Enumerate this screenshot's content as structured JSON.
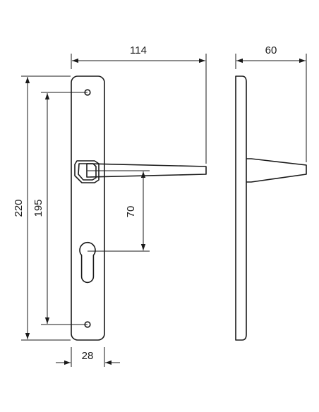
{
  "dimensions": {
    "width_overall": "114",
    "depth": "60",
    "height_overall": "220",
    "hole_spacing": "195",
    "cylinder_offset": "70",
    "plate_width": "28"
  },
  "colors": {
    "line": "#1a1a1a",
    "background": "#ffffff"
  }
}
